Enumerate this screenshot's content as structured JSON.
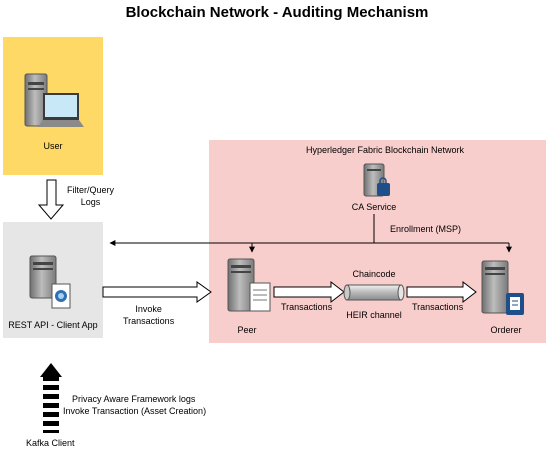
{
  "title": "Blockchain Network - Auditing Mechanism",
  "user": {
    "label": "User"
  },
  "filter_query_logs": "Filter/Query\nLogs",
  "rest_api": {
    "label": "REST API - Client App"
  },
  "invoke_transactions": "Invoke\nTransactions",
  "network": {
    "title": "Hyperledger Fabric Blockchain Network",
    "ca_service": "CA Service",
    "enrollment": "Enrollment (MSP)",
    "chaincode": "Chaincode",
    "channel": "HEIR channel",
    "transactions_left": "Transactions",
    "transactions_right": "Transactions",
    "peer": "Peer",
    "orderer": "Orderer"
  },
  "kafka": {
    "label": "Kafka Client",
    "logs_line1": "Privacy Aware Framework logs",
    "logs_line2": "Invoke Transaction (Asset Creation)"
  },
  "colors": {
    "user_box": "#ffd966",
    "rest_box": "#e6e6e6",
    "network_box": "#f8cecc"
  }
}
